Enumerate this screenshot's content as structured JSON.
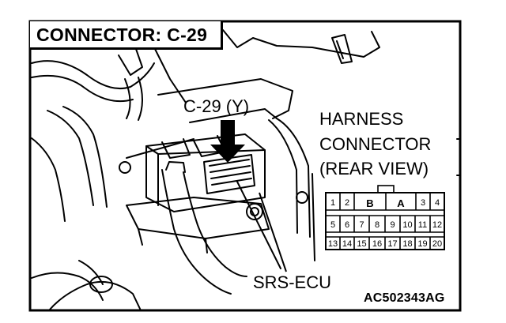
{
  "title": "CONNECTOR: C-29",
  "connector_callout": "C-29 (Y)",
  "harness_label": {
    "line1": "HARNESS",
    "line2": "CONNECTOR",
    "line3": "(REAR VIEW)"
  },
  "ecu_label": "SRS-ECU",
  "figure_code": "AC502343AG",
  "pin_layout": {
    "row1": [
      "1",
      "2",
      "B",
      "A",
      "3",
      "4"
    ],
    "row2": [
      "5",
      "6",
      "7",
      "8",
      "9",
      "10",
      "11",
      "12"
    ],
    "row3": [
      "13",
      "14",
      "15",
      "16",
      "17",
      "18",
      "19",
      "20"
    ]
  }
}
